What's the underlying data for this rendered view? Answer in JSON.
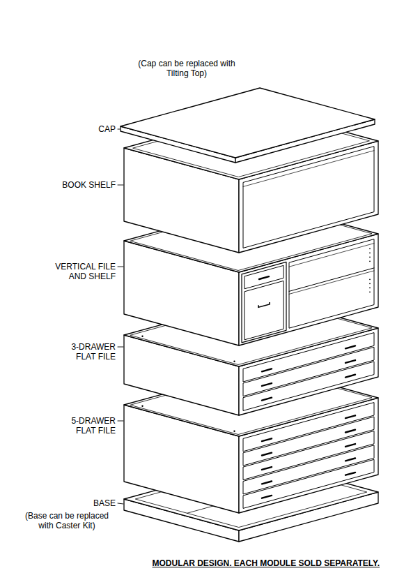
{
  "diagram": {
    "caption": "MODULAR DESIGN. EACH MODULE SOLD SEPARATELY.",
    "labels": [
      "(Cap can be replaced with Tilting Top)",
      "CAP",
      "BOOK SHELF",
      "VERTICAL FILE AND SHELF",
      "3-DRAWER FLAT FILE",
      "5-DRAWER FLAT FILE",
      "BASE",
      "(Base can be replaced with Caster Kit)"
    ]
  }
}
